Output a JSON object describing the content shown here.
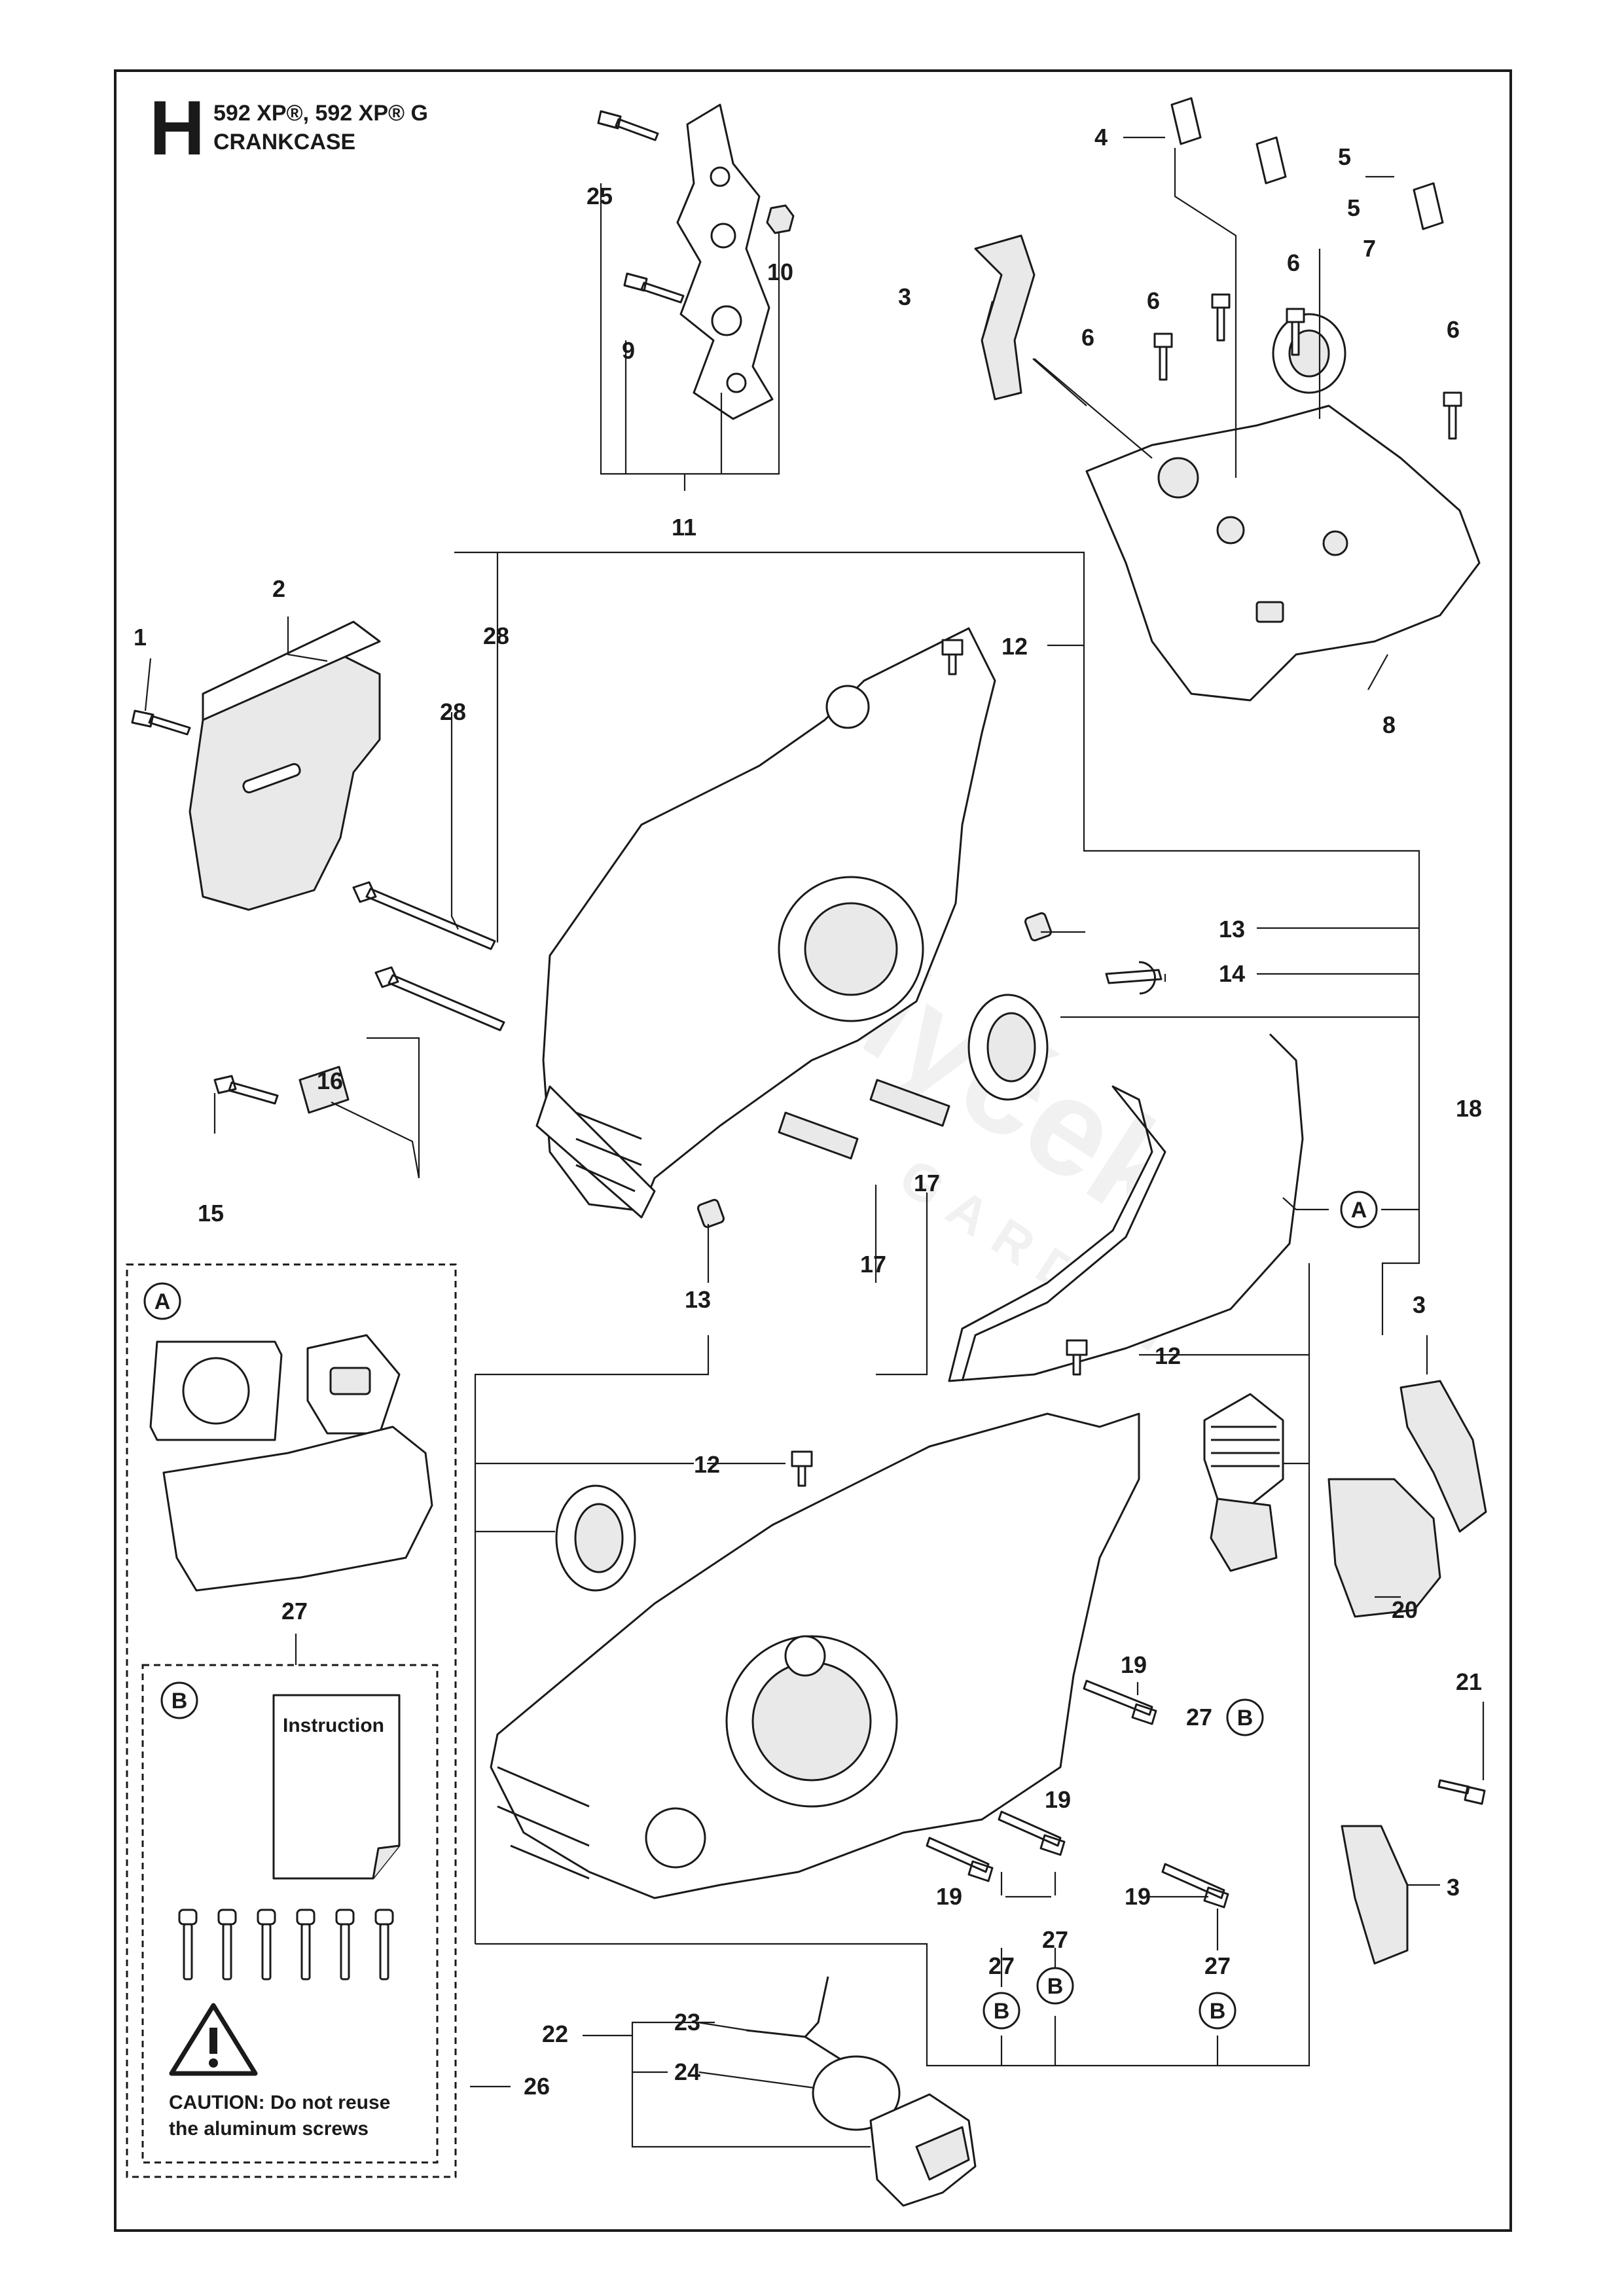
{
  "header": {
    "section_letter": "H",
    "models": "592 XP®, 592 XP® G",
    "title": "CRANKCASE"
  },
  "callouts": {
    "n1": "1",
    "n2": "2",
    "n3a": "3",
    "n3b": "3",
    "n3c": "3",
    "n4": "4",
    "n5a": "5",
    "n5b": "5",
    "n6a": "6",
    "n6b": "6",
    "n6c": "6",
    "n6d": "6",
    "n7": "7",
    "n8": "8",
    "n9": "9",
    "n10": "10",
    "n11": "11",
    "n12a": "12",
    "n12b": "12",
    "n12c": "12",
    "n13a": "13",
    "n13b": "13",
    "n14": "14",
    "n15": "15",
    "n16": "16",
    "n17a": "17",
    "n17b": "17",
    "n18": "18",
    "n19a": "19",
    "n19b": "19",
    "n19c": "19",
    "n19d": "19",
    "n20": "20",
    "n21": "21",
    "n22": "22",
    "n23": "23",
    "n24": "24",
    "n25": "25",
    "n26": "26",
    "n27a": "27",
    "n27b": "27",
    "n27c": "27",
    "n27d": "27",
    "n27e": "27",
    "n28a": "28",
    "n28b": "28"
  },
  "kit_markers": {
    "a_main": "A",
    "a_box": "A",
    "b_box": "B",
    "b1": "B",
    "b2": "B",
    "b3": "B",
    "b4": "B"
  },
  "kit_box": {
    "instruction_label": "Instruction",
    "caution_line1": "CAUTION: Do not reuse",
    "caution_line2": "the aluminum screws"
  },
  "watermark": {
    "line1": "Sedyček",
    "line2": "GARDEN"
  }
}
